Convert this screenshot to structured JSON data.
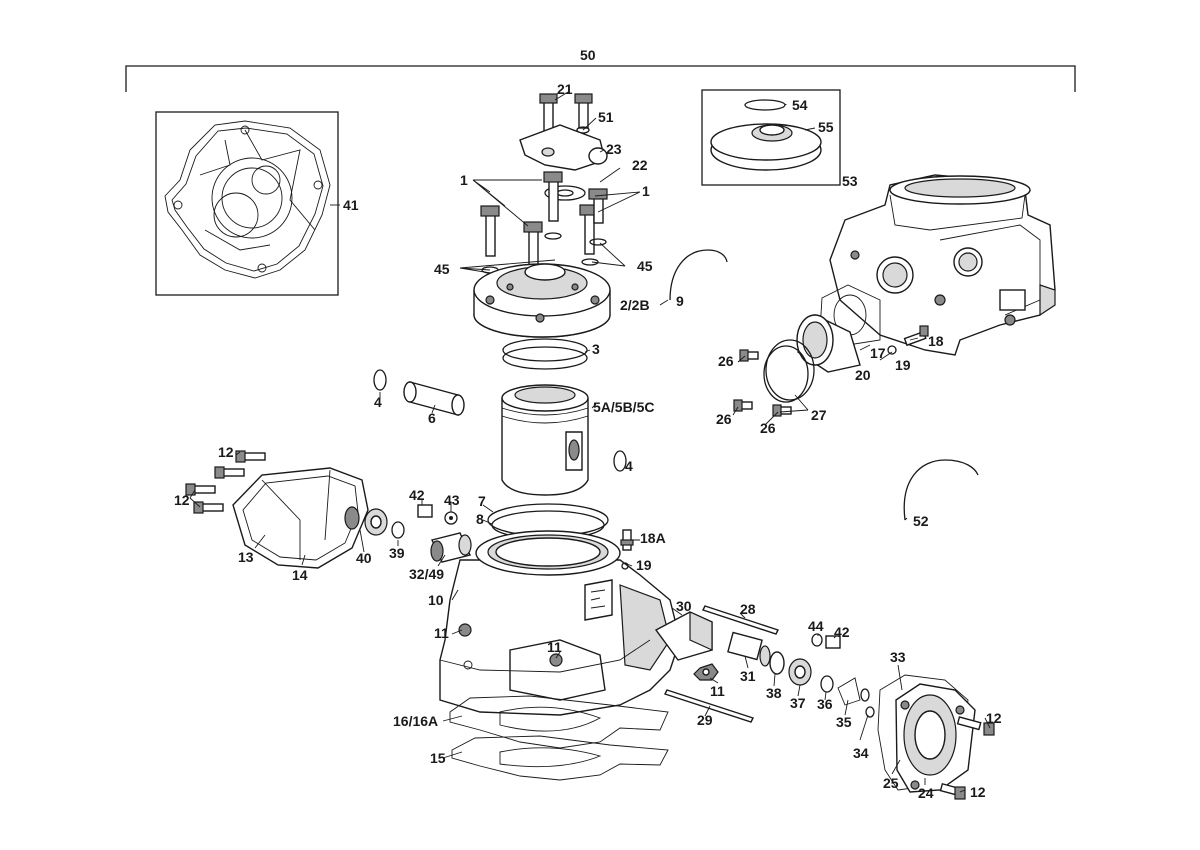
{
  "diagram": {
    "labels": {
      "l50": "50",
      "l41": "41",
      "l21": "21",
      "l51": "51",
      "l23": "23",
      "l22": "22",
      "l1a": "1",
      "l1b": "1",
      "l45a": "45",
      "l45b": "45",
      "l2b": "2/2B",
      "l9": "9",
      "l3": "3",
      "l54": "54",
      "l55": "55",
      "l53": "53",
      "l4a": "4",
      "l6": "6",
      "l5": "5A/5B/5C",
      "l4b": "4",
      "l18": "18",
      "l17": "17",
      "l19a": "19",
      "l20": "20",
      "l26a": "26",
      "l26b": "26",
      "l26c": "26",
      "l27": "27",
      "l52": "52",
      "l12a": "12",
      "l12b": "12",
      "l13": "13",
      "l14": "14",
      "l40": "40",
      "l42a": "42",
      "l43": "43",
      "l7": "7",
      "l8": "8",
      "l39": "39",
      "l3249": "32/49",
      "l18a": "18A",
      "l19b": "19",
      "l10": "10",
      "l30": "30",
      "l28": "28",
      "l11a": "11",
      "l11b": "11",
      "l11c": "11",
      "l31": "31",
      "l44": "44",
      "l42b": "42",
      "l38": "38",
      "l37": "37",
      "l36": "36",
      "l35": "35",
      "l33": "33",
      "l12c": "12",
      "l29": "29",
      "l34": "34",
      "l1616a": "16/16A",
      "l15": "15",
      "l25": "25",
      "l24": "24",
      "l12d": "12"
    }
  }
}
